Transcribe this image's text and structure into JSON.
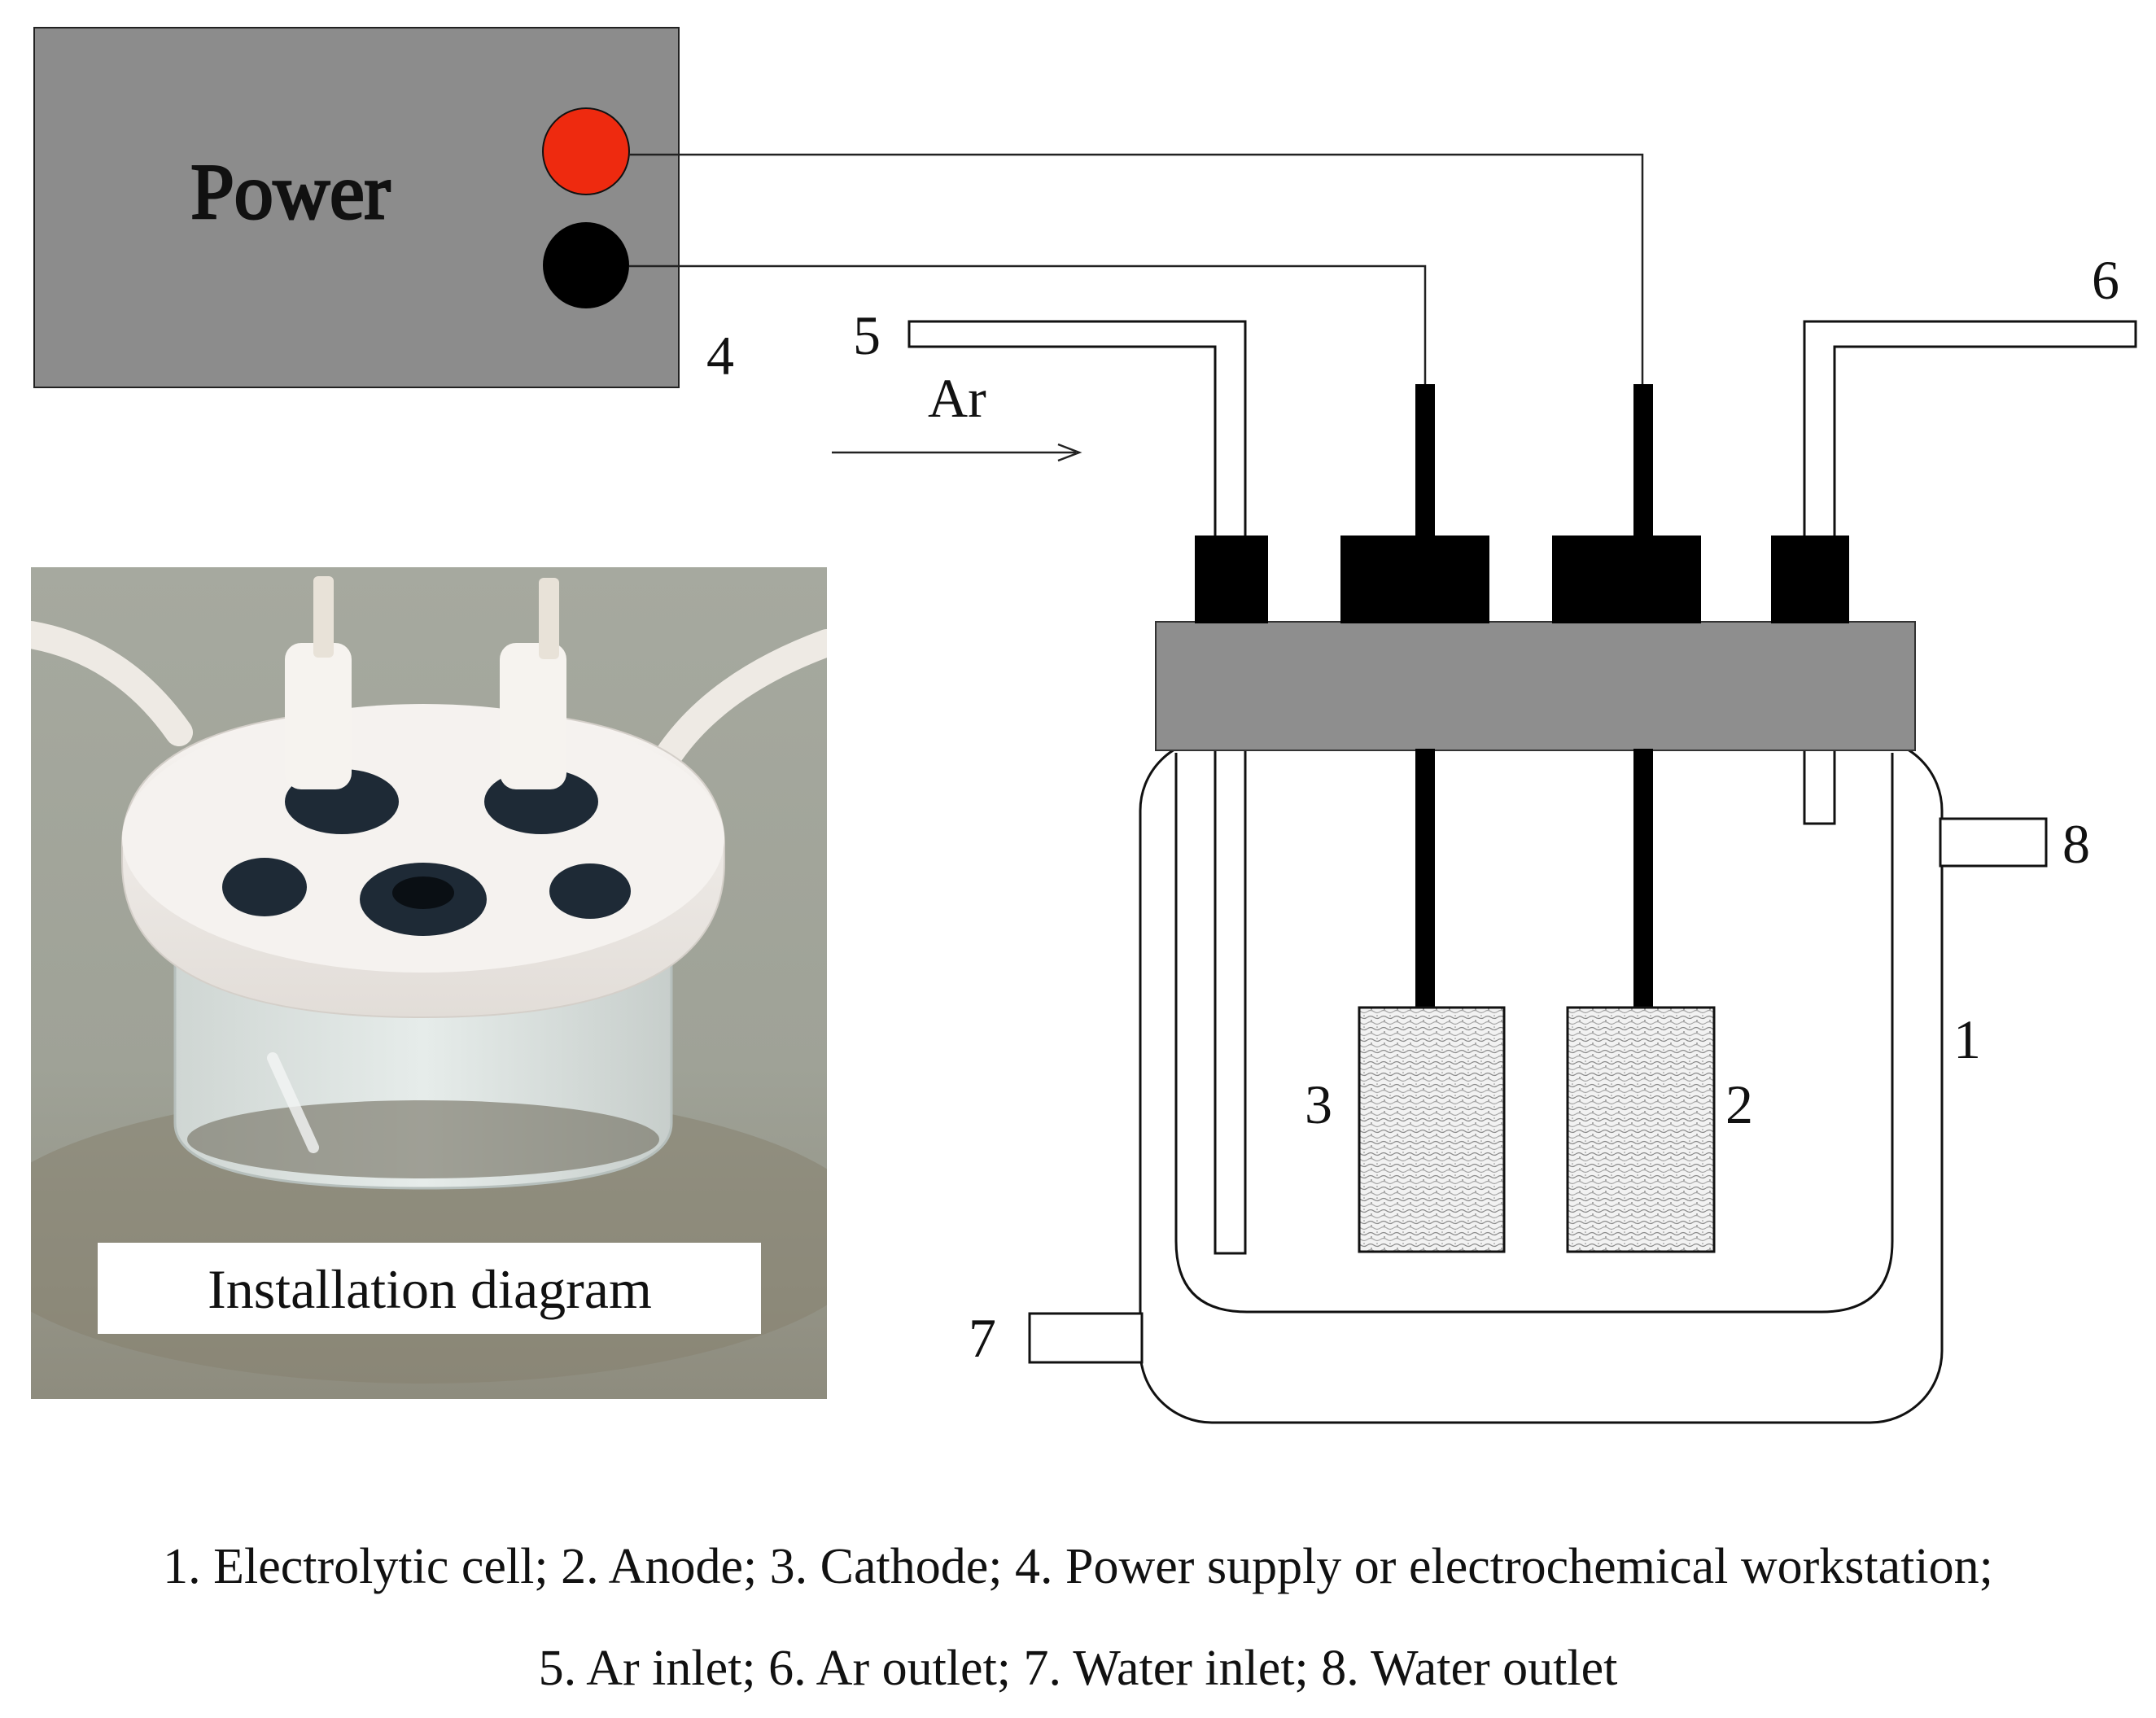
{
  "power_box": {
    "label": "Power",
    "number": "4"
  },
  "ar_flow": {
    "label": "Ar"
  },
  "callouts": {
    "electrolytic_cell": "1",
    "anode": "2",
    "cathode": "3",
    "ar_inlet": "5",
    "ar_outlet": "6",
    "water_inlet": "7",
    "water_outlet": "8"
  },
  "photo": {
    "label": "Installation diagram"
  },
  "caption": {
    "line1": "1. Electrolytic cell; 2. Anode; 3. Cathode; 4. Power supply or electrochemical workstation;",
    "line2": "5. Ar inlet; 6. Ar outlet; 7. Water inlet; 8. Water outlet"
  },
  "colors": {
    "power_box": "#8c8c8c",
    "positive_terminal": "#ee2a0f",
    "negative_terminal": "#000000",
    "lid": "#8e8e8e",
    "ptfe_cap": "#f1ede9",
    "photo_background": "#9c9f95"
  }
}
